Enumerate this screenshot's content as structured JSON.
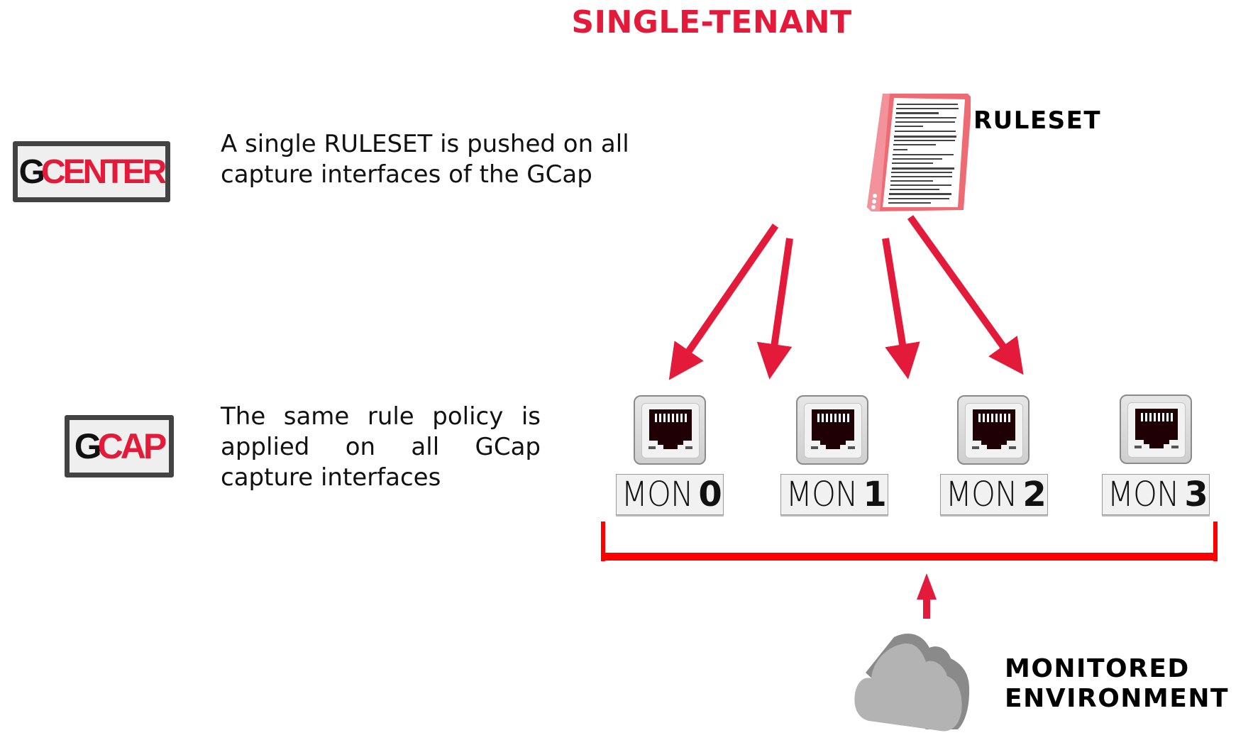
{
  "title": "SINGLE-TENANT",
  "logos": {
    "gcenter": {
      "prefix": "G",
      "rest": "CENTER"
    },
    "gcap": {
      "prefix": "G",
      "rest": "CAP"
    }
  },
  "descriptions": {
    "gcenter_line1": "A single RULESET is pushed on all",
    "gcenter_line2": "capture interfaces of the GCap",
    "gcap_text": "The same rule policy is applied on all GCap capture interfaces"
  },
  "ruleset": {
    "label": "RULESET",
    "icon": "document-icon"
  },
  "interfaces": [
    {
      "prefix": "MON",
      "index": "0"
    },
    {
      "prefix": "MON",
      "index": "1"
    },
    {
      "prefix": "MON",
      "index": "2"
    },
    {
      "prefix": "MON",
      "index": "3"
    }
  ],
  "environment": {
    "line1": "MONITORED",
    "line2": "ENVIRONMENT",
    "icon": "cloud-icon"
  },
  "colors": {
    "accent": "#e41a3a",
    "bracket": "#ff0000",
    "logo_frame": "#434343",
    "cloud_light": "#b3b3b3",
    "cloud_dark": "#8a8a8a"
  }
}
